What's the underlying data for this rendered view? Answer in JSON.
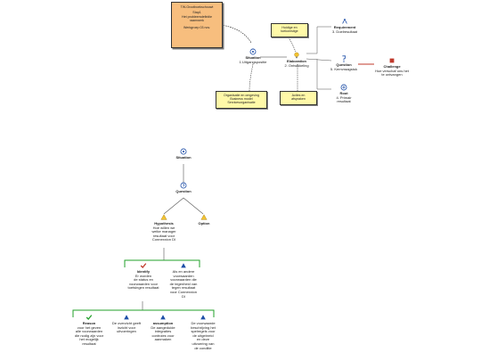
{
  "card": {
    "line1": "TW-Grootboekschouwt",
    "line2": "Stap1",
    "line3": "Het probleemdefinitie",
    "line4": "raamwerk",
    "line5": "Werkgroep 03 nov."
  },
  "top": {
    "situation": {
      "title": "Situation",
      "sub": "1.Uitgangspositie"
    },
    "elaboration": {
      "title": "Elaboration",
      "sub": "2. Ontwikkeling"
    },
    "requirement": {
      "title": "Requirement",
      "sub": "3. Doelresultaat"
    },
    "question": {
      "title": "Question",
      "sub": "5. Kernvraagstuk"
    },
    "challenge": {
      "title": "Challenge",
      "sub1": "Hoe verschaf ons het",
      "sub2": "te ontvangen"
    },
    "root": {
      "title": "Root",
      "sub1": "4. Primair",
      "sub2": "resultaat"
    },
    "note_top": {
      "line1": "Huidige en",
      "line2": "toekomstige"
    },
    "note_left": {
      "line1": "Organisatie en omgeving",
      "line2": "Business model",
      "line3": "Servicesorganisatie"
    },
    "note_right": {
      "line1": "Acties en",
      "line2": "afspraken"
    }
  },
  "tree": {
    "situation": "Situation",
    "question": "Question",
    "hypothesis": {
      "title": "Hypothesis",
      "sub1": "Hoe willen we",
      "sub2": "welke manager",
      "sub3": "resultaat voor",
      "sub4": "Connexxion DI"
    },
    "option": "Option",
    "identify": {
      "title": "Identify",
      "sub1": "Er worden",
      "sub2": "de status en",
      "sub3": "voorwaarden voor",
      "sub4": "toetsingen resultaat"
    },
    "als": {
      "sub1": "Als en andere",
      "sub2": "voorwaarden",
      "sub3": "voorwaarden die",
      "sub4": "de tegenheid van",
      "sub5": "tegen resultaat",
      "sub6": "voor Connexxion",
      "sub7": "DI"
    },
    "reason": {
      "title": "Reason",
      "sub1": "voor het geven",
      "sub2": "alle voorwaarden",
      "sub3": "die nodig zijn voor",
      "sub4": "het mogelijk",
      "sub5": "resultaat"
    },
    "b2": {
      "sub1": "De overzicht geeft",
      "sub2": "inzicht voor",
      "sub3": "uitvoeringen"
    },
    "assumption": {
      "title": "assumption",
      "sub1": "De aangeduide",
      "sub2": "integraties",
      "sub3": "controles voor",
      "sub4": "aanmaken"
    },
    "b4": {
      "sub1": "De voorwaarde",
      "sub2": "beschrijving het",
      "sub3": "spelregels voor",
      "sub4": "de uitgebreid",
      "sub5": "en deze",
      "sub6": "uitvoering van",
      "sub7": "de conditie"
    }
  },
  "colors": {
    "card": "#f7be7e",
    "note": "#fff9a8",
    "green": "#22a02a",
    "blue": "#1f4fa8",
    "challenge": "#c0392b",
    "lightbulb": "#f2c230"
  }
}
